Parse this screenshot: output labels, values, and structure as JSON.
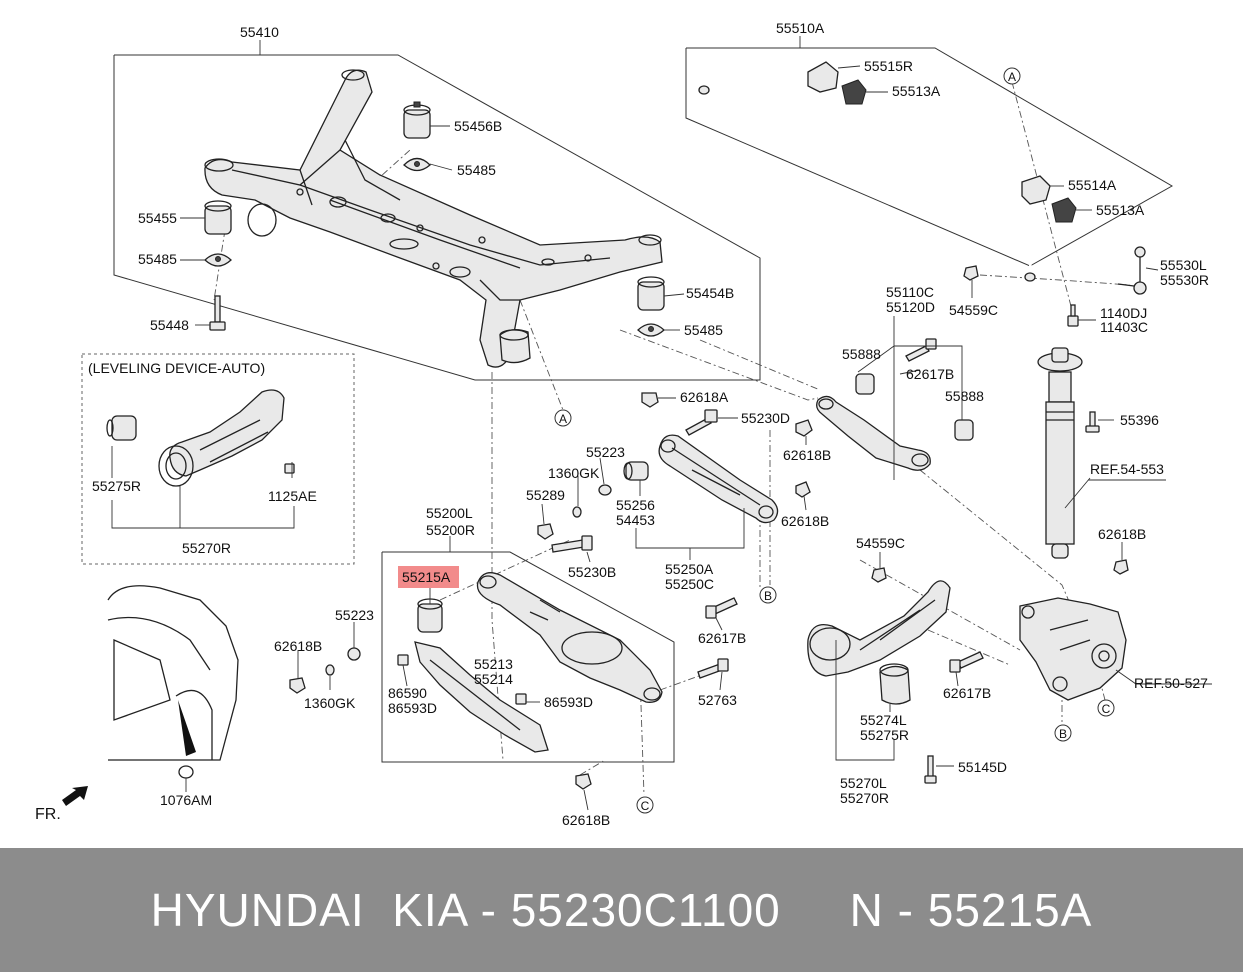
{
  "diagram": {
    "labels": {
      "p55410": "55410",
      "p55456B": "55456B",
      "p55485a": "55485",
      "p55455": "55455",
      "p55485b": "55485",
      "p55448": "55448",
      "p55454B": "55454B",
      "p55485c": "55485",
      "p62618A": "62618A",
      "p55510A": "55510A",
      "p55515R": "55515R",
      "p55513A_1": "55513A",
      "p55514A": "55514A",
      "p55513A_2": "55513A",
      "p55530L": "55530L",
      "p55530R": "55530R",
      "p54559C_1": "54559C",
      "p1140DJ": "1140DJ",
      "p11403C": "11403C",
      "p55110C": "55110C",
      "p55120D": "55120D",
      "p55888_1": "55888",
      "p62617B_1": "62617B",
      "p55888_2": "55888",
      "p55396": "55396",
      "p55230D": "55230D",
      "p62618B_1": "62618B",
      "pREF54": "REF.54-553",
      "pLeveling": "(LEVELING DEVICE-AUTO)",
      "p55275R_lv": "55275R",
      "p1125AE": "1125AE",
      "p55270R_lv": "55270R",
      "p55223_1": "55223",
      "p1360GK_1": "1360GK",
      "p55289": "55289",
      "p55256": "55256",
      "p54453": "54453",
      "p62618B_2": "62618B",
      "p55200L": "55200L",
      "p55200R": "55200R",
      "p55230B": "55230B",
      "p55250A": "55250A",
      "p55250C": "55250C",
      "p55215A": "55215A",
      "p55223_2": "55223",
      "p62618B_3": "62618B",
      "p1360GK_2": "1360GK",
      "p55213": "55213",
      "p55214": "55214",
      "p86590": "86590",
      "p86593D_1": "86593D",
      "p86593D_2": "86593D",
      "p62617B_2": "62617B",
      "p52763": "52763",
      "p62618B_4": "62618B",
      "p54559C_2": "54559C",
      "p62618B_5": "62618B",
      "p62617B_3": "62617B",
      "p55274L": "55274L",
      "p55275R": "55275R",
      "pREF50": "REF.50-527",
      "p55145D": "55145D",
      "p55270L": "55270L",
      "p55270R": "55270R",
      "p1076AM": "1076AM",
      "pFR": "FR."
    },
    "callouts": {
      "a": "A",
      "b": "B",
      "c": "C"
    },
    "highlight_color": "#f28b8b"
  },
  "footer": {
    "text": "HYUNDAI  KIA - 55230C1100     N - 55215A",
    "background": "#8c8c8c",
    "color": "#ffffff"
  }
}
